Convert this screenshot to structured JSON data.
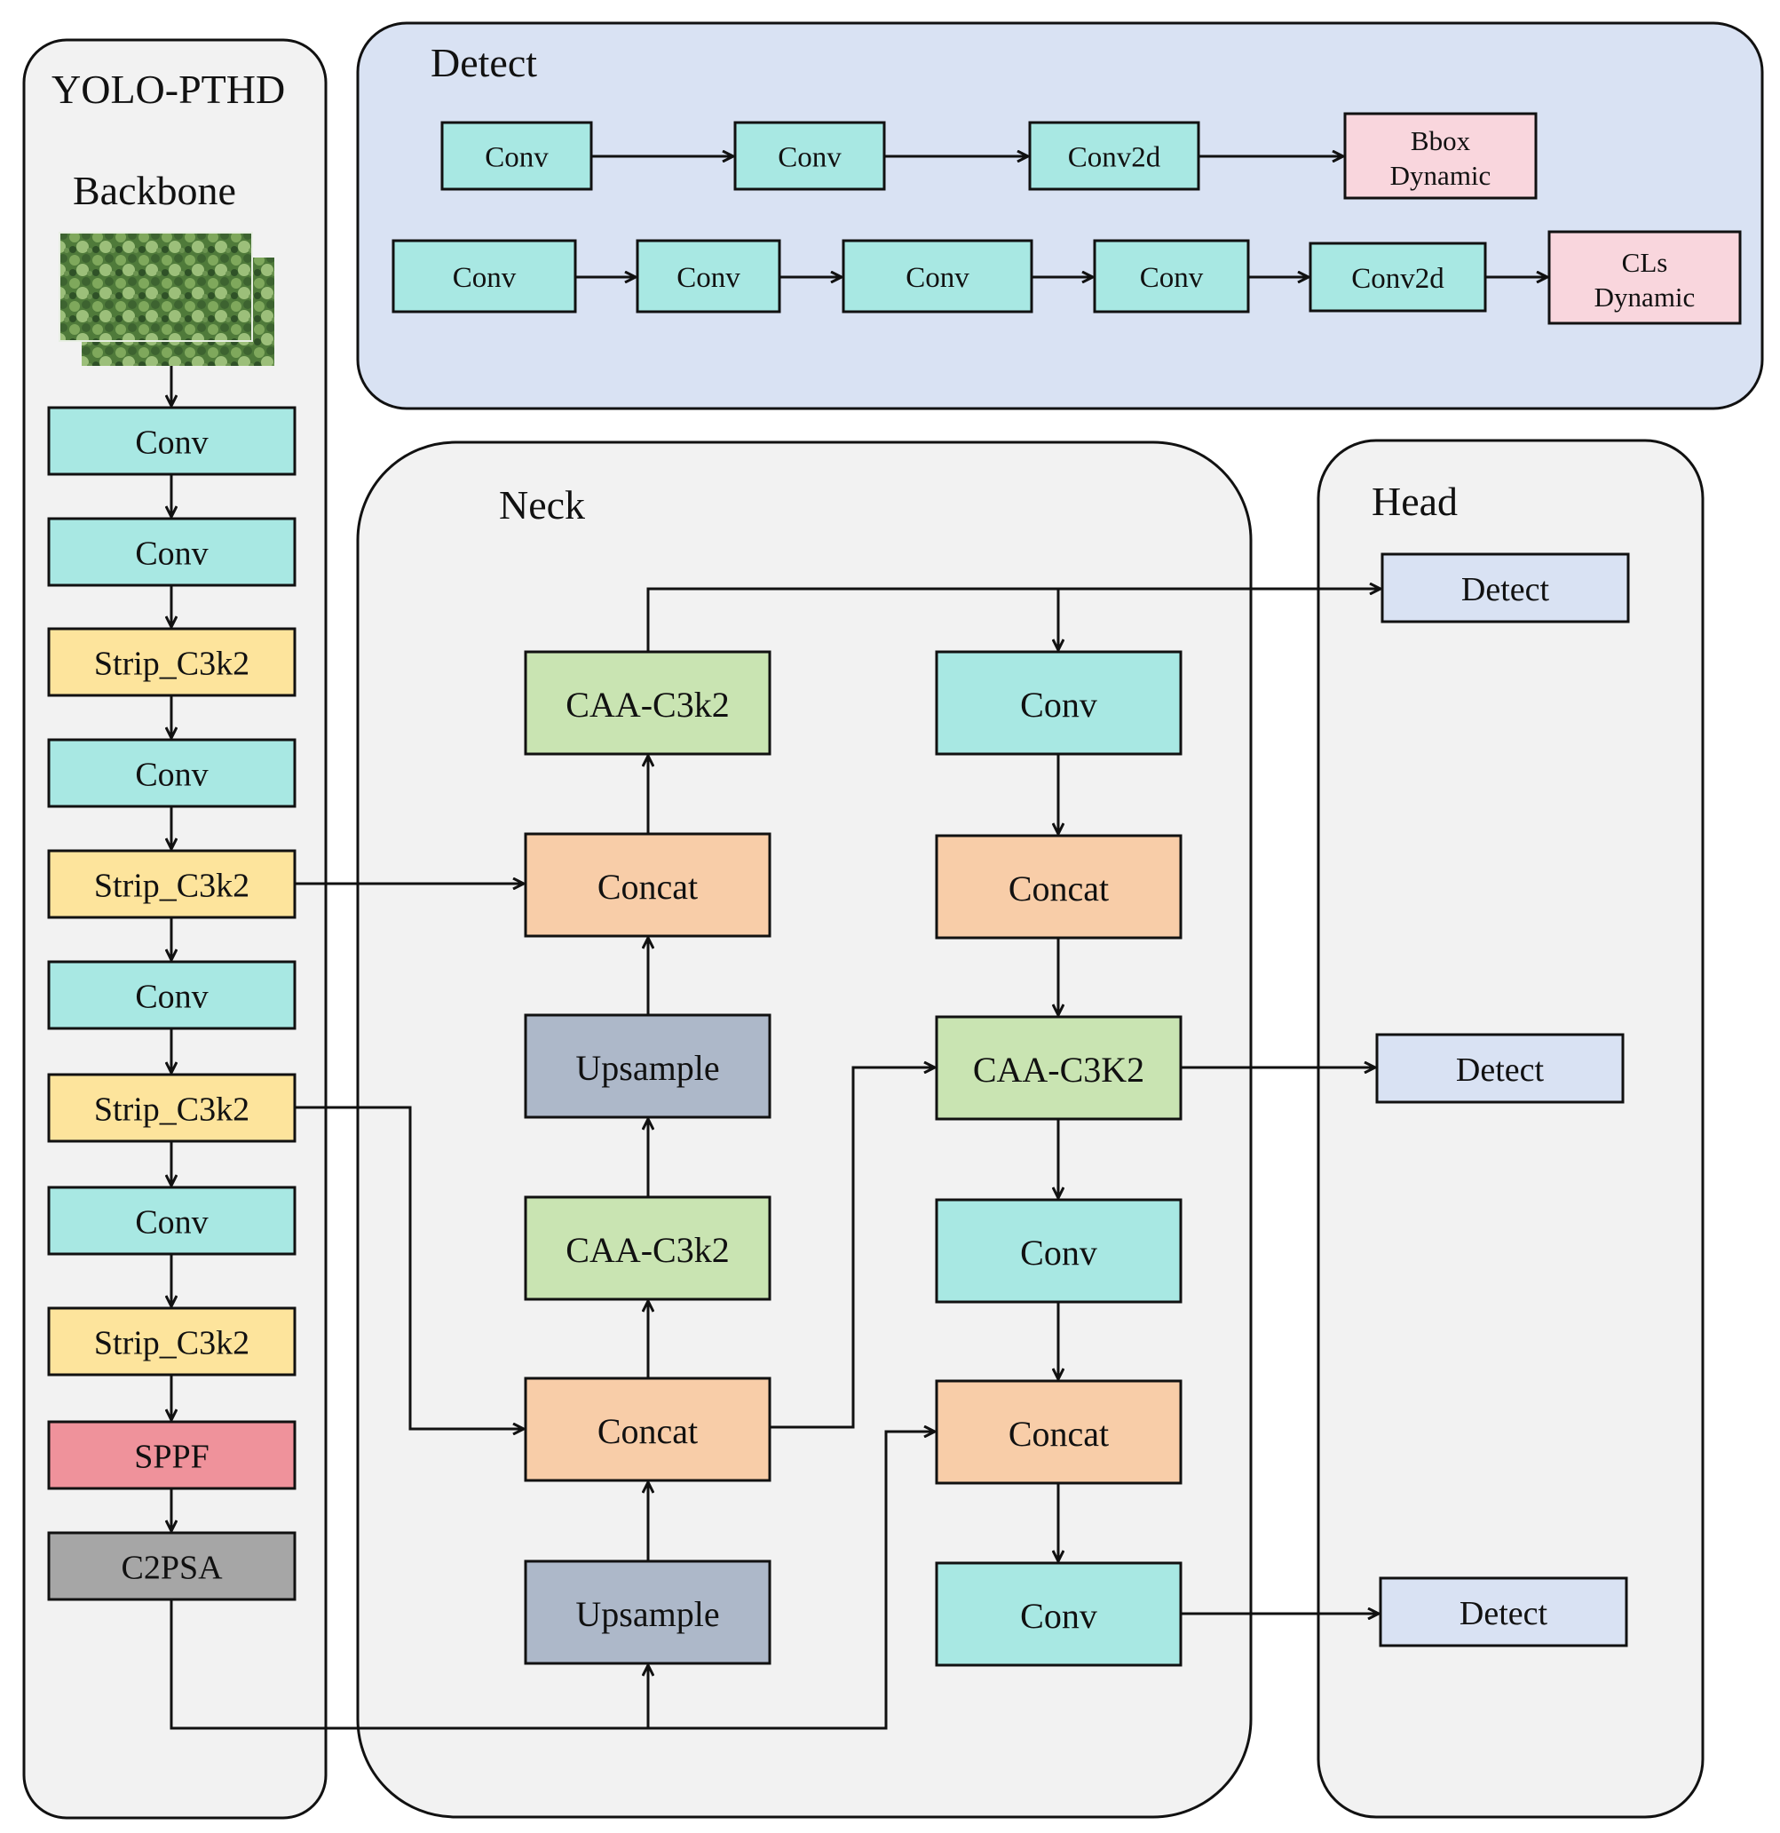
{
  "colors": {
    "conv": "#a8e8e3",
    "strip": "#fde49c",
    "sppf": "#ef929b",
    "c2psa": "#a6a6a6",
    "caa": "#c9e4b2",
    "concat": "#f8cda8",
    "upsample": "#adb8c9",
    "detect": "#d9e2f3",
    "dynamic": "#f9d6dd",
    "panel": "#f2f2f2",
    "detect_panel": "#d9e2f3"
  },
  "panels": {
    "backbone": {
      "title": "YOLO-PTHD",
      "subtitle": "Backbone"
    },
    "detect": {
      "title": "Detect"
    },
    "neck": {
      "title": "Neck"
    },
    "head": {
      "title": "Head"
    }
  },
  "backbone": {
    "image_icon": "tree-canopy-image",
    "blocks": [
      {
        "label": "Conv",
        "kind": "conv"
      },
      {
        "label": "Conv",
        "kind": "conv"
      },
      {
        "label": "Strip_C3k2",
        "kind": "strip"
      },
      {
        "label": "Conv",
        "kind": "conv"
      },
      {
        "label": "Strip_C3k2",
        "kind": "strip"
      },
      {
        "label": "Conv",
        "kind": "conv"
      },
      {
        "label": "Strip_C3k2",
        "kind": "strip"
      },
      {
        "label": "Conv",
        "kind": "conv"
      },
      {
        "label": "Strip_C3k2",
        "kind": "strip"
      },
      {
        "label": "SPPF",
        "kind": "sppf"
      },
      {
        "label": "C2PSA",
        "kind": "c2psa"
      }
    ]
  },
  "detect_module": {
    "bbox_branch": [
      {
        "label": "Conv",
        "kind": "conv"
      },
      {
        "label": "Conv",
        "kind": "conv"
      },
      {
        "label": "Conv2d",
        "kind": "conv"
      },
      {
        "label": "Bbox\nDynamic",
        "kind": "dynamic"
      }
    ],
    "cls_branch": [
      {
        "label": "Conv",
        "kind": "conv"
      },
      {
        "label": "Conv",
        "kind": "conv"
      },
      {
        "label": "Conv",
        "kind": "conv"
      },
      {
        "label": "Conv",
        "kind": "conv"
      },
      {
        "label": "Conv2d",
        "kind": "conv"
      },
      {
        "label": "CLs\nDynamic",
        "kind": "dynamic"
      }
    ]
  },
  "neck": {
    "left_column": [
      {
        "id": "n_caa_top",
        "label": "CAA-C3k2",
        "kind": "caa"
      },
      {
        "id": "n_concat_1",
        "label": "Concat",
        "kind": "concat"
      },
      {
        "id": "n_up_1",
        "label": "Upsample",
        "kind": "upsample"
      },
      {
        "id": "n_caa_mid",
        "label": "CAA-C3k2",
        "kind": "caa"
      },
      {
        "id": "n_concat_2",
        "label": "Concat",
        "kind": "concat"
      },
      {
        "id": "n_up_2",
        "label": "Upsample",
        "kind": "upsample"
      }
    ],
    "right_column": [
      {
        "id": "n_conv_1",
        "label": "Conv",
        "kind": "conv"
      },
      {
        "id": "n_concat_3",
        "label": "Concat",
        "kind": "concat"
      },
      {
        "id": "n_caa_k2",
        "label": "CAA-C3K2",
        "kind": "caa"
      },
      {
        "id": "n_conv_2",
        "label": "Conv",
        "kind": "conv"
      },
      {
        "id": "n_concat_4",
        "label": "Concat",
        "kind": "concat"
      },
      {
        "id": "n_conv_3",
        "label": "Conv",
        "kind": "conv"
      }
    ]
  },
  "head": {
    "outputs": [
      {
        "label": "Detect",
        "kind": "detect"
      },
      {
        "label": "Detect",
        "kind": "detect"
      },
      {
        "label": "Detect",
        "kind": "detect"
      }
    ]
  }
}
